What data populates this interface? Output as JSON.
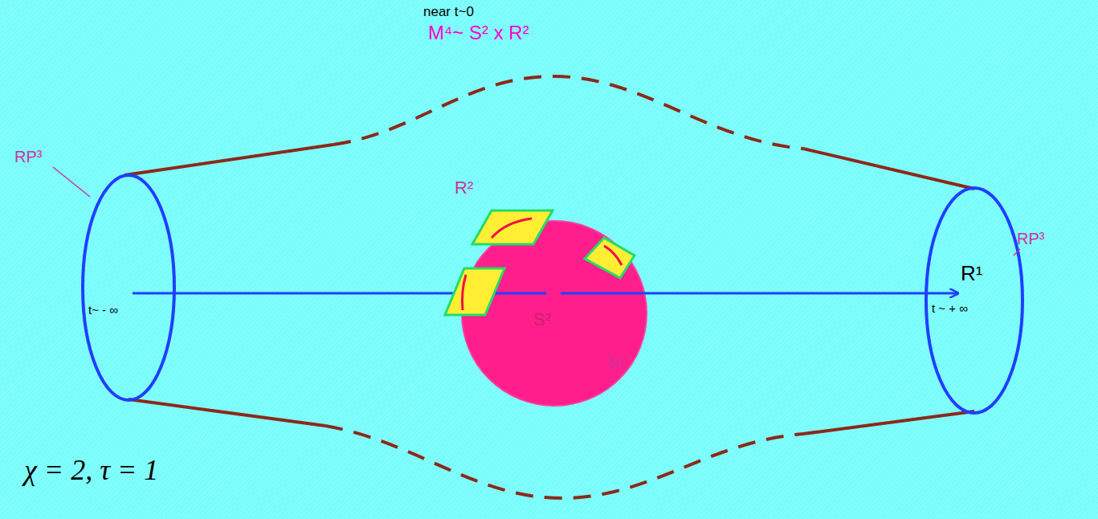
{
  "diagram": {
    "labels": [
      "near t~0",
      "M⁴~ S² x R²",
      "RP³",
      "RP³",
      "R²",
      "S²",
      "S²",
      "t~ - ∞",
      "R¹",
      "t ~ + ∞",
      "χ = 2,   τ = 1"
    ]
  }
}
